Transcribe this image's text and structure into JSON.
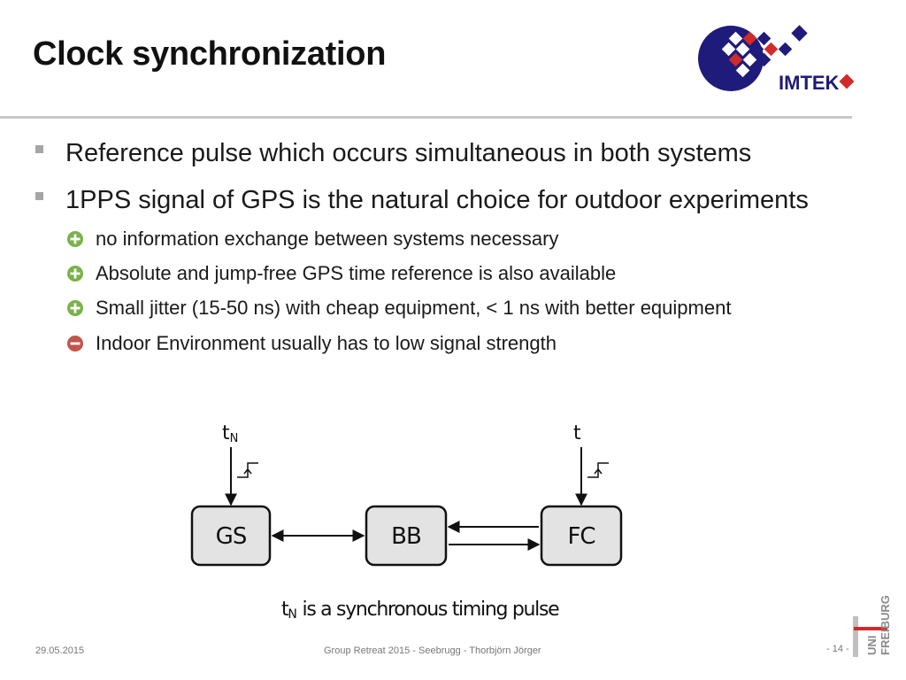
{
  "slide": {
    "title": "Clock synchronization"
  },
  "bullets": {
    "level1": [
      "Reference pulse which occurs simultaneous in both systems",
      "1PPS signal of GPS is the natural choice for outdoor experiments"
    ],
    "level2": [
      {
        "sign": "plus",
        "text": "no information exchange between systems necessary"
      },
      {
        "sign": "plus",
        "text": "Absolute and jump-free GPS time reference is also available"
      },
      {
        "sign": "plus",
        "text": "Small jitter (15-50 ns) with cheap equipment, < 1 ns with better equipment"
      },
      {
        "sign": "minus",
        "text": "Indoor Environment usually has to low signal strength"
      }
    ]
  },
  "diagram": {
    "boxes": [
      "GS",
      "BB",
      "FC"
    ],
    "input_left": {
      "base": "t",
      "sub": "N"
    },
    "input_right": {
      "base": "t"
    },
    "caption": {
      "base": "t",
      "sub": "N",
      "rest": " is a synchronous timing pulse"
    }
  },
  "logos": {
    "imtek": "IMTEK",
    "uni_line1": "UNI",
    "uni_line2": "FREIBURG"
  },
  "footer": {
    "date": "29.05.2015",
    "center": "Group Retreat 2015 - Seebrugg - Thorbjörn Jörger",
    "page": "- 14 -"
  },
  "colors": {
    "navy": "#1f1b7a",
    "red": "#d12a2a",
    "plus_green": "#7bb14a",
    "minus_red": "#c0564b",
    "box_fill": "#e3e3e3"
  }
}
